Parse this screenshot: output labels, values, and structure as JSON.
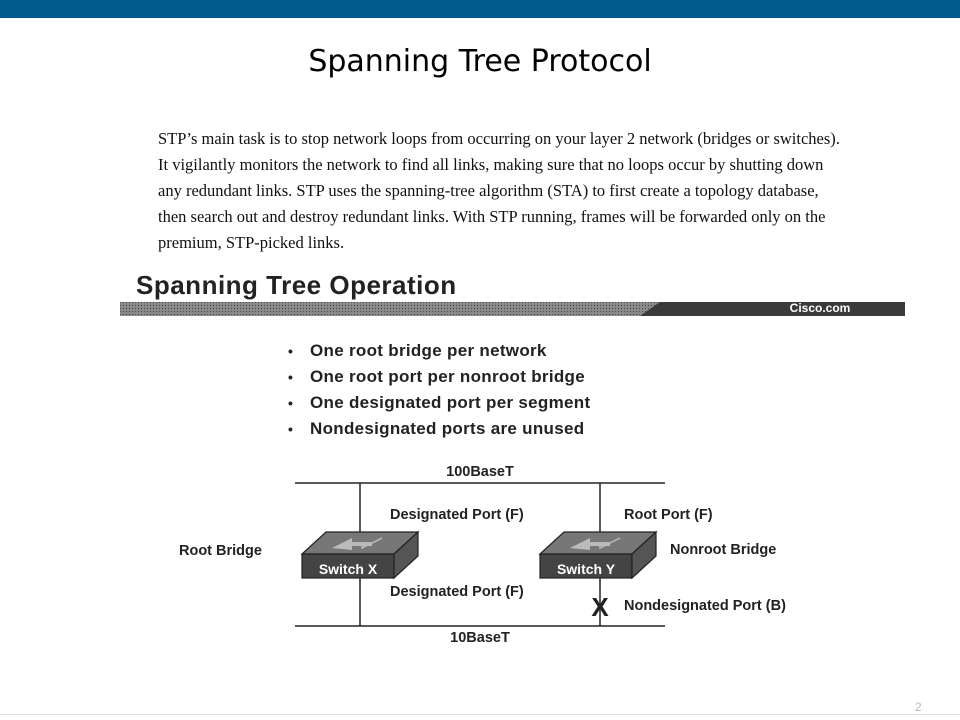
{
  "slide": {
    "title": "Spanning Tree Protocol",
    "page_number": "2"
  },
  "scan": {
    "paragraph": "STP’s main task is to stop network loops from occurring on your layer 2 network (bridges or switches). It vigilantly monitors the network to find all links, making sure that no loops occur by shutting down any redundant links. STP uses the spanning-tree algorithm (STA) to first create a topology database, then search out and destroy redundant links. With STP running, frames will be forwarded only on the premium, STP-picked links.",
    "section_title": "Spanning Tree Operation",
    "brand": "Cisco.com",
    "bullets": [
      "One root bridge per network",
      "One root port per nonroot bridge",
      "One designated port per segment",
      "Nondesignated ports are unused"
    ],
    "diagram": {
      "top_segment": "100BaseT",
      "bottom_segment": "10BaseT",
      "left_switch": "Switch X",
      "right_switch": "Switch Y",
      "left_role": "Root Bridge",
      "right_role": "Nonroot Bridge",
      "x_top_port": "Designated Port (F)",
      "x_bottom_port": "Designated Port (F)",
      "y_top_port": "Root Port (F)",
      "y_bottom_port": "Nondesignated Port (B)",
      "blocked_mark": "X"
    }
  },
  "colors": {
    "header_bar": "#005a8c",
    "band": "#555555",
    "switch_body": "#444444"
  }
}
